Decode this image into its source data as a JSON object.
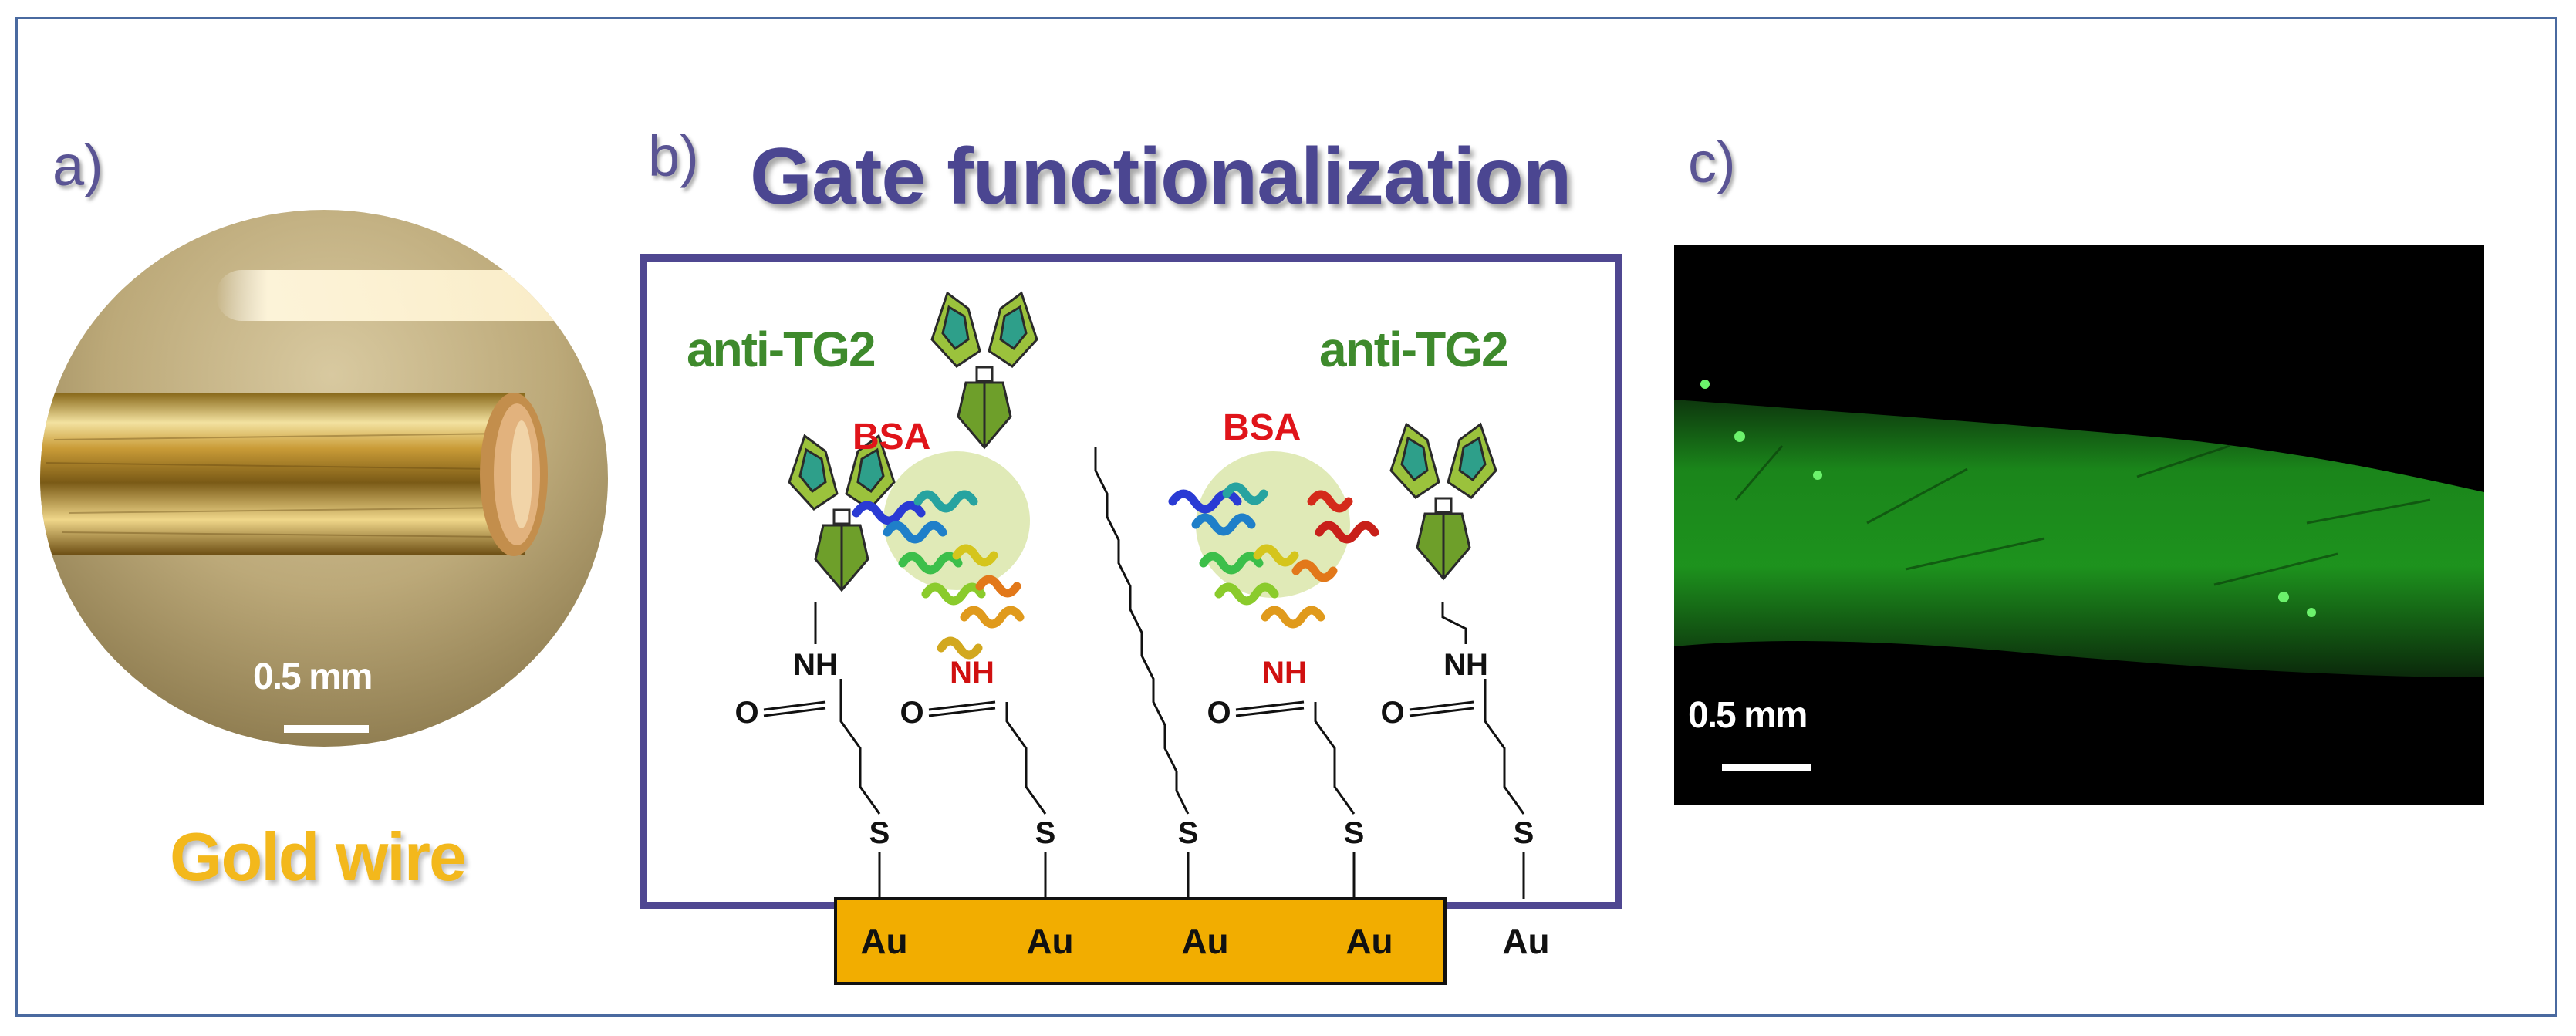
{
  "panels": {
    "a": {
      "letter": "a)",
      "caption": "Gold wire",
      "scale_bar": "0.5 mm"
    },
    "b": {
      "letter": "b)",
      "title": "Gate functionalization",
      "labels": {
        "antibody_left": "anti-TG2",
        "antibody_right": "anti-TG2",
        "protein_left": "BSA",
        "protein_right": "BSA"
      },
      "chemistry": {
        "amide_nh": "NH",
        "carbonyl_o": "O",
        "sulfur": "S",
        "nh_red": "NH"
      },
      "substrate": [
        "Au",
        "Au",
        "Au",
        "Au",
        "Au"
      ]
    },
    "c": {
      "letter": "c)",
      "scale_bar": "0.5 mm"
    }
  },
  "colors": {
    "frame": "#4a6aa0",
    "title": "#4b4691",
    "box_border": "#4f4791",
    "antibody_label": "#3e8a2c",
    "bsa_label": "#e0141a",
    "gold_substrate": "#f2ad00",
    "gold_label": "#f3b81c",
    "fluorescence": "#1e9a1e"
  }
}
